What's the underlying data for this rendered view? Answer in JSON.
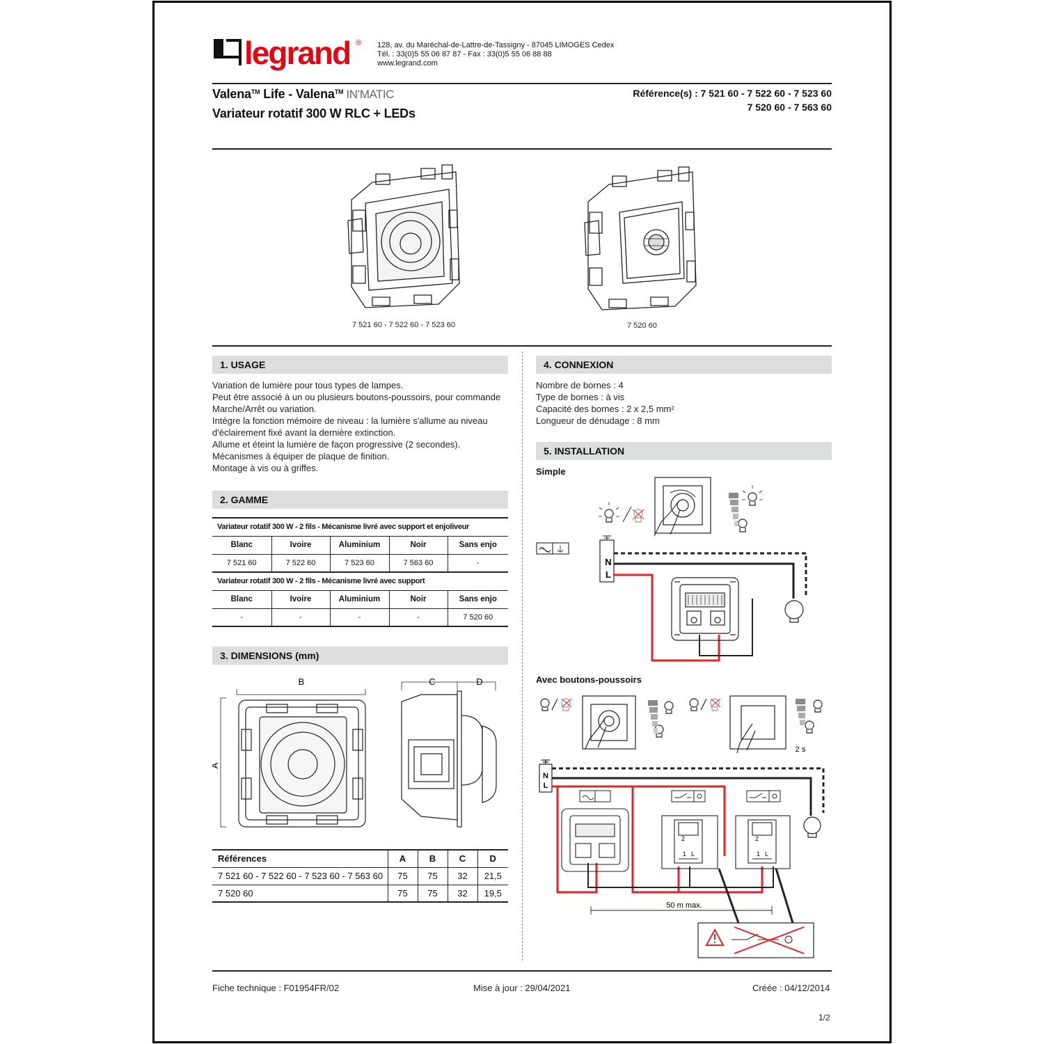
{
  "brand": {
    "logo_text": "legrand",
    "reg_mark": "®",
    "address_line1": "128, av. du Maréchal-de-Lattre-de-Tassigny - 87045 LIMOGES Cedex",
    "address_line2": "Tél. : 33(0)5 55 06 87 87 - Fax : 33(0)5 55 06 88 88",
    "website": "www.legrand.com"
  },
  "header": {
    "title_part1": "Valena",
    "tm1": "TM",
    "title_part2": " Life - Valena",
    "tm2": "TM",
    "title_inmatic": " IN’MATIC",
    "subtitle": "Variateur rotatif 300 W RLC + LEDs",
    "references_line1": "Référence(s) : 7 521 60 - 7 522 60 - 7 523 60",
    "references_line2": "7 520 60 - 7 563 60"
  },
  "products": {
    "caption_left": "7 521 60 - 7 522 60 - 7 523 60",
    "caption_right": "7 520 60"
  },
  "usage": {
    "heading": "1. USAGE",
    "lines": [
      "Variation de lumière pour tous types de lampes.",
      "Peut être associé à un ou plusieurs boutons-poussoirs, pour commande",
      "Marche/Arrêt ou variation.",
      "Intègre la fonction mémoire de niveau : la lumière s'allume au niveau",
      "d'éclairement fixé avant la dernière extinction.",
      "Allume et éteint la lumière de façon progressive (2 secondes).",
      "Mécanismes à équiper de plaque de finition.",
      "Montage à vis ou à griffes."
    ]
  },
  "gamme": {
    "heading": "2. GAMME",
    "table1_caption": "Variateur rotatif 300 W - 2 fils - Mécanisme livré avec support et enjoliveur",
    "table2_caption": "Variateur rotatif 300 W - 2 fils - Mécanisme livré avec support",
    "columns": [
      "Blanc",
      "Ivoire",
      "Aluminium",
      "Noir",
      "Sans enjo"
    ],
    "row1": [
      "7 521 60",
      "7 522 60",
      "7 523 60",
      "7 563 60",
      "-"
    ],
    "row2": [
      "-",
      "-",
      "-",
      "-",
      "7 520 60"
    ]
  },
  "dimensions": {
    "heading": "3. DIMENSIONS (mm)",
    "label_a": "A",
    "label_b": "B",
    "label_c": "C",
    "label_d": "D",
    "table_header": [
      "Références",
      "A",
      "B",
      "C",
      "D"
    ],
    "rows": [
      [
        "7 521 60 - 7 522 60 - 7 523 60 - 7 563 60",
        "75",
        "75",
        "32",
        "21,5"
      ],
      [
        "7 520 60",
        "75",
        "75",
        "32",
        "19,5"
      ]
    ]
  },
  "connexion": {
    "heading": "4. CONNEXION",
    "lines": [
      "Nombre de bornes : 4",
      "Type de bornes : à vis",
      "Capacité des bornes : 2 x 2,5 mm²",
      "Longueur de dénudage : 8 mm"
    ]
  },
  "installation": {
    "heading": "5. INSTALLATION",
    "simple_label": "Simple",
    "push_label": "Avec boutons-poussoirs",
    "terminal_n": "N",
    "terminal_l": "L",
    "duration": "2 s",
    "distance": "50 m max.",
    "term_1": "1",
    "term_2": "2",
    "term_l": "L"
  },
  "footer": {
    "doc_ref": "Fiche technique : F01954FR/02",
    "updated": "Mise à jour : 29/04/2021",
    "created": "Créée : 04/12/2014",
    "page": "1/2"
  },
  "colors": {
    "wire_red": "#e2232a",
    "section_gray": "#dcdede",
    "logo_red": "#e30613"
  }
}
